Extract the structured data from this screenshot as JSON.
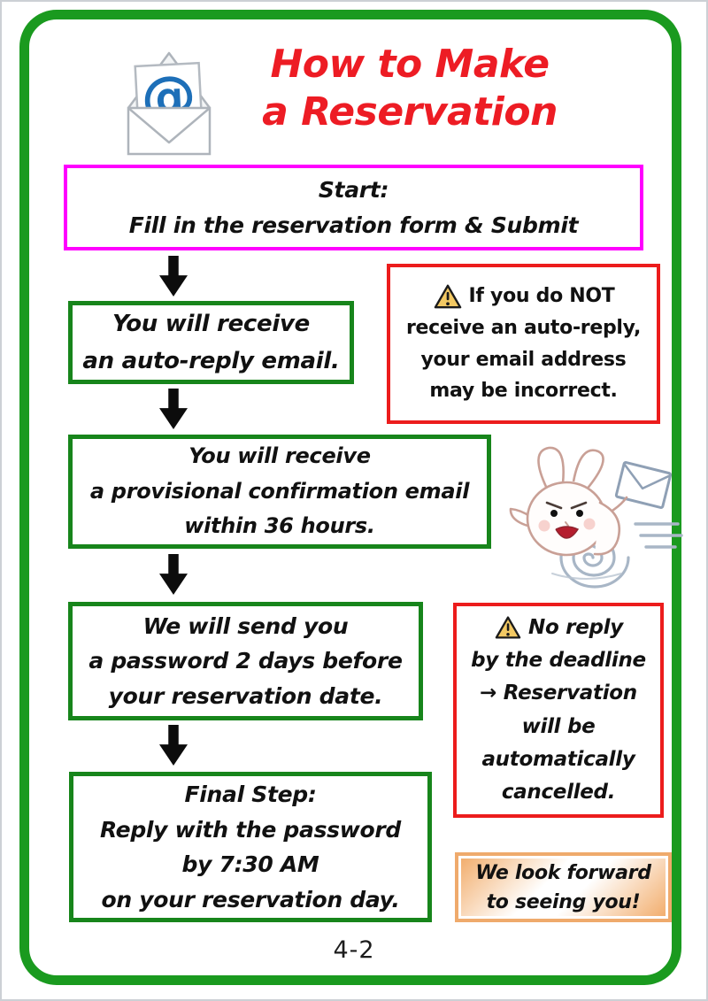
{
  "header": {
    "title_line1": "How to Make",
    "title_line2": "a Reservation"
  },
  "flow": {
    "start": {
      "lines": [
        "Start:",
        "Fill in the reservation form & Submit"
      ]
    },
    "step1": {
      "lines": [
        "You will receive",
        "an auto-reply email."
      ]
    },
    "step2": {
      "lines": [
        "You will receive",
        "a provisional confirmation email",
        "within 36 hours."
      ]
    },
    "step3": {
      "lines": [
        "We will send you",
        "a password 2 days before",
        "your reservation date."
      ]
    },
    "step4": {
      "lines": [
        "Final Step:",
        "Reply with the password",
        "by 7:30 AM",
        "on your reservation day."
      ]
    }
  },
  "warnings": {
    "no_autoreply": {
      "lines": [
        "If you do NOT",
        "receive an auto-reply,",
        "your email address",
        "may be incorrect."
      ]
    },
    "no_reply": {
      "lines": [
        "No reply",
        "by the deadline",
        "→ Reservation",
        "will be",
        "automatically",
        "cancelled."
      ]
    }
  },
  "footer_note": {
    "lines": [
      "We look forward",
      "to seeing you!"
    ]
  },
  "page": {
    "number": "4-2"
  },
  "icons": {
    "header_icon": "email-envelope-at-icon",
    "warning_icon": "warning-triangle-icon",
    "illustration": "running-rabbit-with-letter"
  },
  "colors": {
    "frame_green": "#1a9a1f",
    "green": "#17851b",
    "red": "#ec1c1c",
    "magenta": "#ff00ff",
    "orange": "#efaa6c",
    "title_red": "#ed1c24",
    "warning_fill": "#f3c963",
    "envelope_at_blue": "#1d6fb8"
  }
}
